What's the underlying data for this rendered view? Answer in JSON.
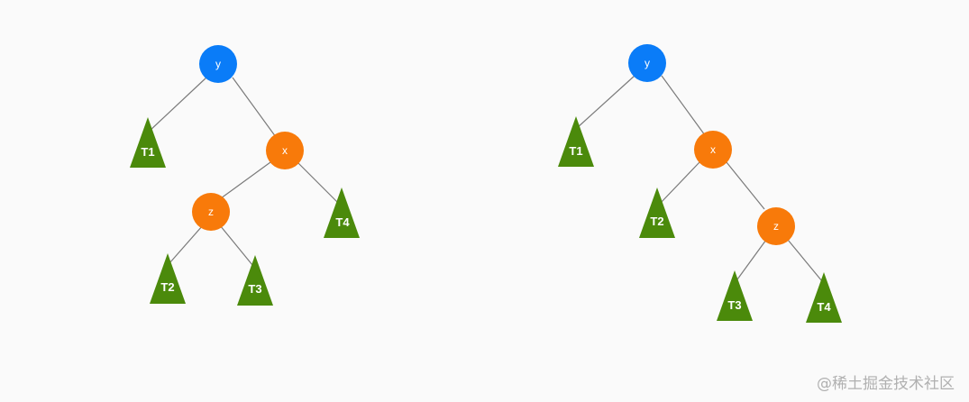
{
  "colors": {
    "blue_node": "#0a7cf8",
    "orange_node": "#f87a0a",
    "subtree": "#4b8a0b",
    "edge": "#7a7a7a",
    "background": "#fafafa"
  },
  "trees": {
    "left": {
      "nodes": {
        "y": "y",
        "x": "x",
        "z": "z"
      },
      "subtrees": {
        "T1": "T1",
        "T2": "T2",
        "T3": "T3",
        "T4": "T4"
      }
    },
    "right": {
      "nodes": {
        "y": "y",
        "x": "x",
        "z": "z"
      },
      "subtrees": {
        "T1": "T1",
        "T2": "T2",
        "T3": "T3",
        "T4": "T4"
      }
    }
  },
  "watermark": "@稀土掘金技术社区"
}
